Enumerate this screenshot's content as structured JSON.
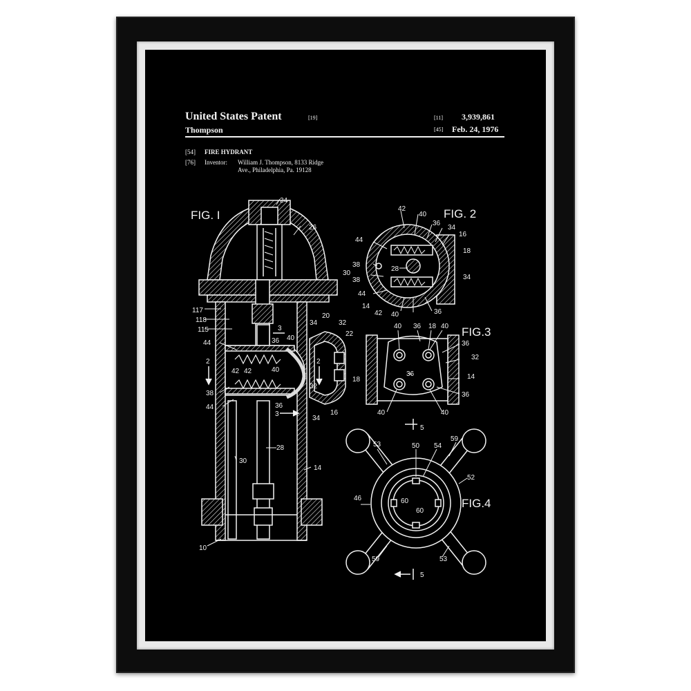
{
  "header": {
    "title": "United States Patent",
    "title_code": "[19]",
    "inventor_surname": "Thompson",
    "patent_no_code": "[11]",
    "patent_no": "3,939,861",
    "date_code": "[45]",
    "date": "Feb. 24, 1976"
  },
  "details": {
    "title_code": "[54]",
    "title": "FIRE HYDRANT",
    "inventor_code": "[76]",
    "inventor_label": "Inventor:",
    "inventor_line1": "William J. Thompson, 8133 Ridge",
    "inventor_line2": "Ave., Philadelphia, Pa. 19128"
  },
  "figures": {
    "fig1": "FIG. I",
    "fig2": "FIG. 2",
    "fig3": "FIG.3",
    "fig4": "FIG.4"
  },
  "labels": {
    "n24": "24",
    "n26": "26",
    "n117": "117",
    "n118": "118",
    "n115": "115",
    "n3a": "3",
    "n20": "20",
    "n32a": "32",
    "n22": "22",
    "n34a": "34",
    "n44a": "44",
    "n36a": "36",
    "n40a": "40",
    "n2a": "2",
    "n42a": "42",
    "n42b": "42",
    "n40b": "40",
    "n2b": "2",
    "n32b": "32",
    "n18a": "18",
    "n38a": "38",
    "n44b": "44",
    "n36b": "36",
    "n3b": "3",
    "n34b": "34",
    "n16a": "16",
    "n28a": "28",
    "n30a": "30",
    "n14a": "14",
    "n10": "10",
    "f2_42": "42",
    "f2_40": "40",
    "f2_36": "36",
    "f2_34": "34",
    "f2_16": "16",
    "f2_18": "18",
    "f2_44": "44",
    "f2_38a": "38",
    "f2_30": "30",
    "f2_38b": "38",
    "f2_28": "28",
    "f2_34b": "34",
    "f2_44b": "44",
    "f2_14": "14",
    "f2_42b": "42",
    "f2_40b": "40",
    "f2_36b": "36",
    "f3_40a": "40",
    "f3_36a": "36",
    "f3_18": "18",
    "f3_40b": "40",
    "f3_36b": "36",
    "f3_32": "32",
    "f3_36c": "36",
    "f3_14": "14",
    "f3_36d": "36",
    "f3_40c": "40",
    "f3_40d": "40",
    "f3_5": "5",
    "f4_53a": "53",
    "f4_50": "50",
    "f4_54": "54",
    "f4_59a": "59",
    "f4_52": "52",
    "f4_46": "46",
    "f4_60a": "60",
    "f4_60b": "60",
    "f4_59b": "59",
    "f4_53b": "53",
    "f4_5": "5"
  },
  "colors": {
    "frame": "#0d0d0d",
    "mat": "#e9e9e9",
    "poster": "#000000",
    "ink": "#f2f2f2"
  }
}
